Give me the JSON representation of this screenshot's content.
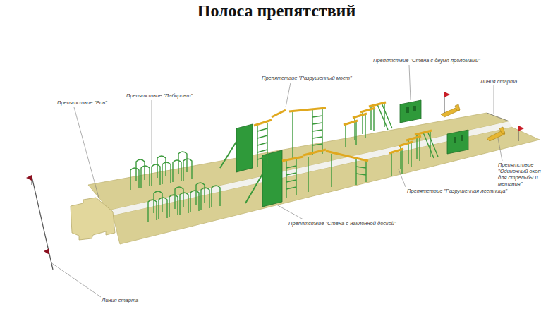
{
  "diagram": {
    "title": "Полоса препятствий",
    "labels": [
      "Препятствие \"Ров\"",
      "Препятствие \"Лабиринт\"",
      "Препятствие \"Разрушенный мост\"",
      "Препятствие \"Стена с двумя проломами\"",
      "Линия старта",
      "Препятствие \"Одиночный окоп для стрельбы и метания\"",
      "Препятствие \"Разрушенная лестница\"",
      "Препятствие \"Стена с наклонной доской\"",
      "Линия старта"
    ]
  }
}
